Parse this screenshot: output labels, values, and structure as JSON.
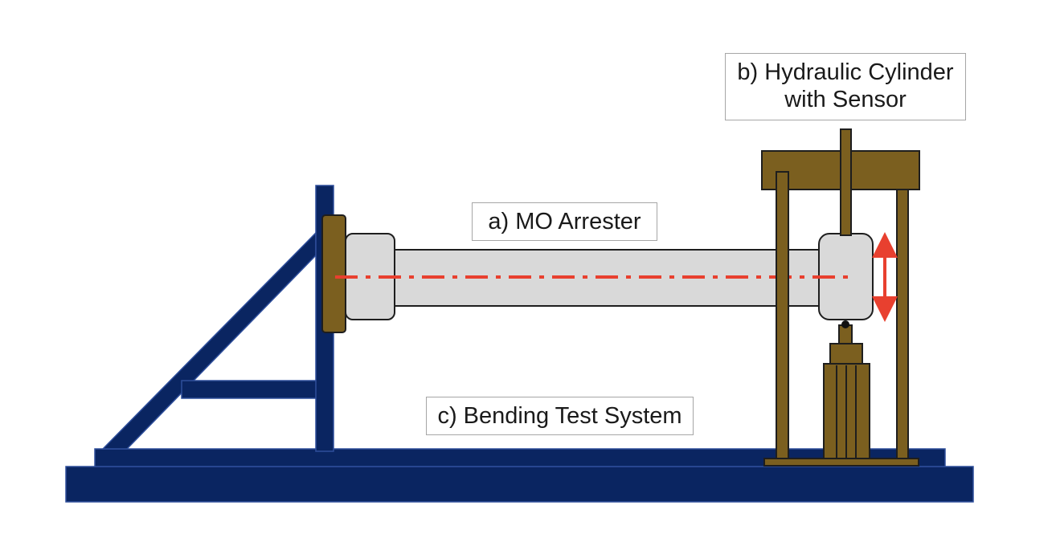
{
  "labels": {
    "arrester": "a) MO Arrester",
    "cylinder_line1": "b) Hydraulic Cylinder",
    "cylinder_line2": "with Sensor",
    "bending": "c) Bending Test System"
  },
  "colors": {
    "frame_blue": "#0a2561",
    "frame_blue_border": "#2e4e9b",
    "bronze": "#7b5f1f",
    "bronze_border": "#4a3a12",
    "arrester_body": "#d9d9d9",
    "axis_red": "#e8402f",
    "label_border": "#a6a6a6"
  }
}
